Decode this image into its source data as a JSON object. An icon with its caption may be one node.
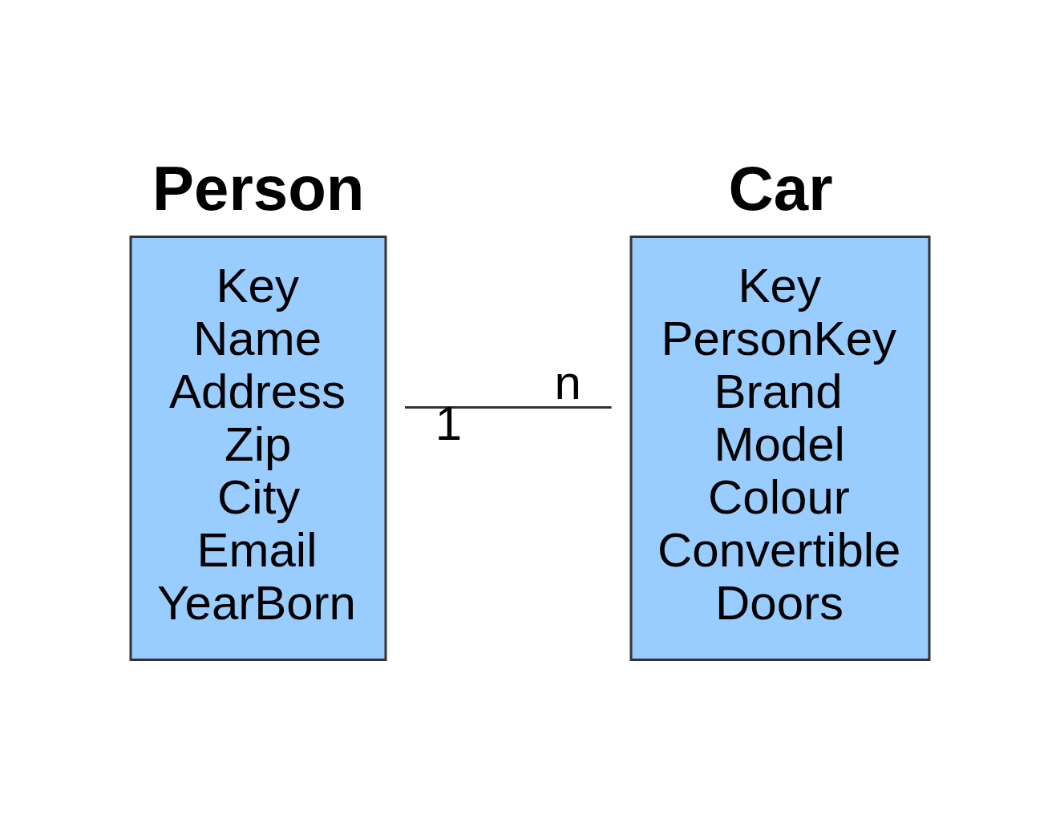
{
  "diagram": {
    "nodes": [
      {
        "text": [
          "Person",
          "Key",
          "Name",
          "Address",
          "Zip",
          "City",
          "Email",
          "YearBorn"
        ]
      },
      {
        "text": [
          "Car",
          "Key",
          "PersonKey",
          "Brand",
          "Model",
          "Colour",
          "Convertible",
          "Doors"
        ]
      }
    ],
    "edges": [
      {
        "from": 0,
        "to": 1,
        "arrow": "none"
      }
    ],
    "labels": [
      "1",
      "n"
    ]
  }
}
